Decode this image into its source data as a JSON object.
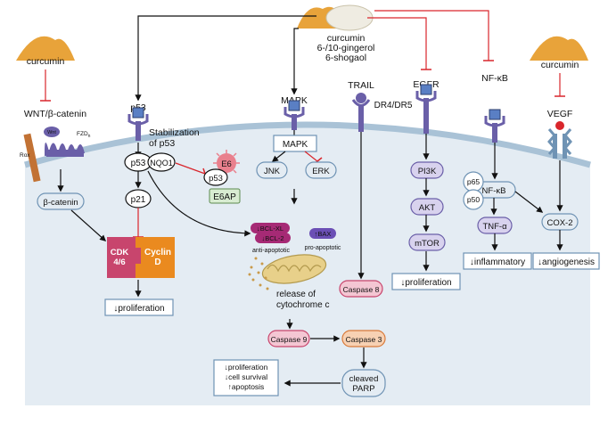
{
  "colors": {
    "cell_fill": "#e4ecf3",
    "membrane": "#a9c2d6",
    "receptor": "#6a5fa8",
    "box_stroke": "#6f93b4",
    "inhibit_red": "#d9262c",
    "curcumin_orange": "#e8a33a",
    "cdk_pink": "#c8456d",
    "cyclin_orange": "#ea8a1f",
    "e6ap_green": "#d8ecd1",
    "e6_pink": "#e9808d",
    "bcl_magenta": "#a62a75",
    "bax_purple": "#6b4fb5",
    "mito_yellow": "#e8d08a",
    "caspase_pink": "#f4c6d3",
    "caspase3_peach": "#f7d1b3",
    "pathway_purple": "#d8d2ee"
  },
  "sources": {
    "top": "curcumin\n6-/10-gingerol\n6-shogaol",
    "left": "curcumin",
    "right": "curcumin"
  },
  "receptors": {
    "p53": "p53",
    "mapk": "MAPK",
    "trail": "TRAIL",
    "dr": "DR4/DR5",
    "egfr": "EGFR",
    "nfkb": "NF-κB",
    "vegf": "VEGF",
    "wnt_title": "WNT/β-catenin",
    "wnt": "Wnt",
    "fzd": "FZD",
    "fzd_sub": "n",
    "rox": "Rox"
  },
  "nodes": {
    "stabilization": "Stabilization\nof p53",
    "p53_circle": "p53",
    "nqo1": "NQO1",
    "e6": "E6",
    "p53_small": "p53",
    "e6ap": "E6AP",
    "p21": "p21",
    "beta_catenin": "β-catenin",
    "cdk": "CDK\n4/6",
    "cyclin": "Cyclin\nD",
    "prolif_left": "↓proliferation",
    "mapk_box": "MAPK",
    "jnk": "JNK",
    "erk": "ERK",
    "bcl_xl": "↓BCL-XL",
    "bcl_2": "↓BCL-2",
    "anti_apoptotic": "anti-apoptotic",
    "bax": "↑BAX",
    "pro_apoptotic": "pro-apoptotic",
    "release": "release of\ncytochrome c",
    "caspase8": "Caspase 8",
    "caspase9": "Caspase 9",
    "caspase3": "Caspase 3",
    "cleaved_parp": "cleaved\nPARP",
    "outcome": "↓proliferation\n↓cell survival\n↑apoptosis",
    "pi3k": "PI3K",
    "akt": "AKT",
    "mtor": "mTOR",
    "prolif_egfr": "↓proliferation",
    "p65": "p65",
    "p50": "p50",
    "nfkb_box": "NF-κB",
    "tnf": "TNF-α",
    "inflammatory": "↓inflammatory",
    "cox2": "COX-2",
    "angiogenesis": "↓angiogenesis"
  }
}
